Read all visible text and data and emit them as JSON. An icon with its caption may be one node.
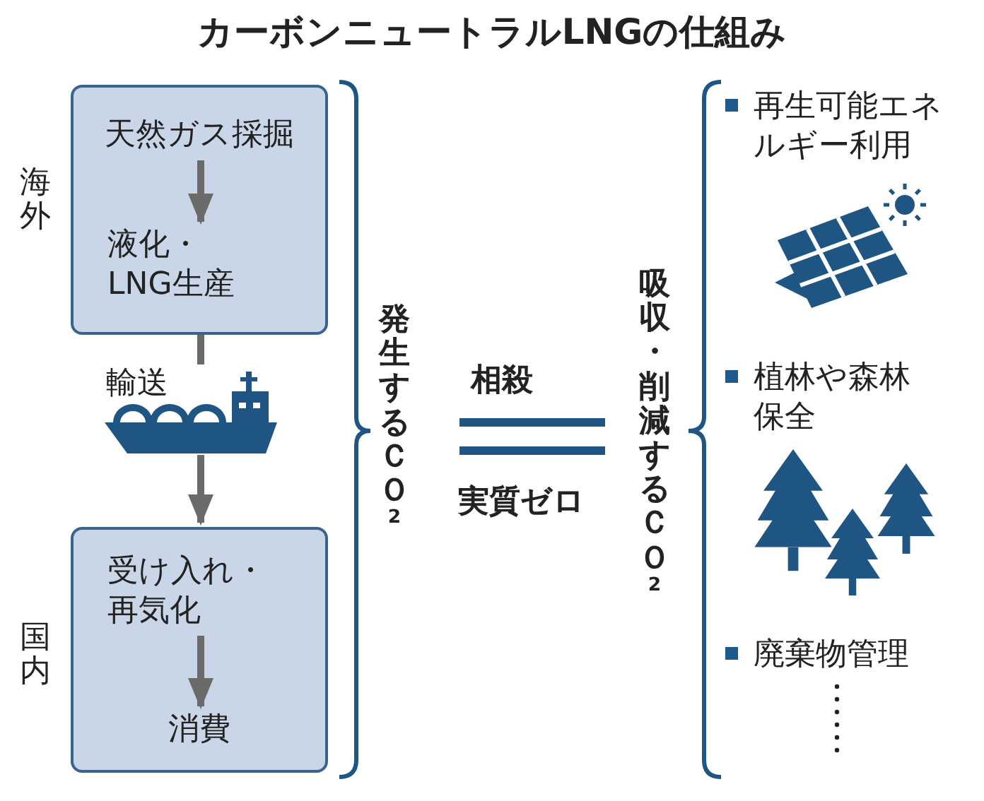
{
  "diagram": {
    "title": "カーボンニュートラルLNGの仕組み",
    "nodes": [
      {
        "text": [],
        "shape": "box"
      },
      {
        "text": [
          "天然ガス採掘"
        ],
        "in": 0
      },
      {
        "text": [
          "液化・LNG生産"
        ],
        "in": 0
      },
      {
        "text": [
          "輸送"
        ]
      },
      {
        "text": [],
        "shape": "box"
      },
      {
        "text": [
          "受け入れ・再気化"
        ],
        "in": 4
      },
      {
        "text": [
          "消費"
        ],
        "in": 4
      }
    ],
    "edges": [
      {
        "from": 1,
        "to": 2,
        "arrow": "to"
      },
      {
        "from": 0,
        "to": 3,
        "arrow": "none"
      },
      {
        "from": 3,
        "to": 4,
        "arrow": "to"
      },
      {
        "from": 5,
        "to": 6,
        "arrow": "to"
      }
    ],
    "labels": [
      "海外",
      "国内",
      "発生するＣＯ$_{2}$",
      "相殺",
      "実質ゼロ",
      "吸収・削減するＣＯ$_{2}$",
      "再生可能エネルギー利用",
      "植林や森林保全",
      "廃棄物管理"
    ]
  }
}
